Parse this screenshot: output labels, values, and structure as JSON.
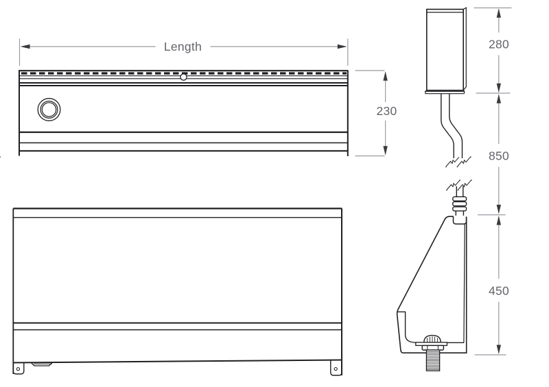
{
  "dimensions": {
    "length_label": "Length",
    "trough_height": "230",
    "cistern_height": "280",
    "flush_pipe_length": "850",
    "trough_depth": "450"
  },
  "colors": {
    "outline": "#1f1f22",
    "dimension_line": "#9b9ba1",
    "dimension_text": "#63636a",
    "background": "#ffffff"
  }
}
